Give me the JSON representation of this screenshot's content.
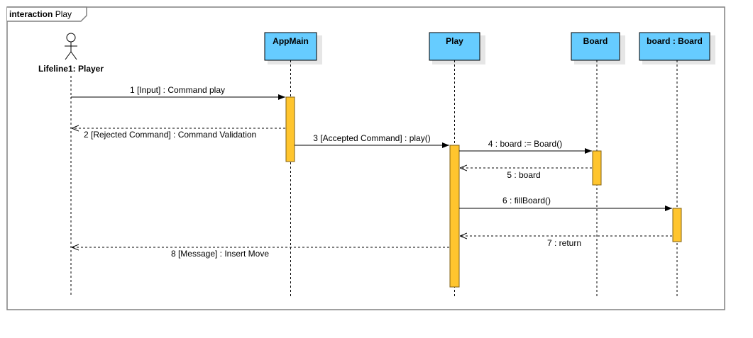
{
  "frame": {
    "keyword": "interaction",
    "name": "Play"
  },
  "actor": {
    "label": "Lifeline1: Player"
  },
  "lifelines": [
    {
      "id": "appmain",
      "label": "AppMain"
    },
    {
      "id": "play",
      "label": "Play"
    },
    {
      "id": "board_class",
      "label": "Board"
    },
    {
      "id": "board_obj",
      "label": "board : Board"
    }
  ],
  "messages": [
    {
      "id": "m1",
      "text": "1 [Input] : Command play",
      "kind": "sync"
    },
    {
      "id": "m2",
      "text": "2 [Rejected Command] : Command Validation",
      "kind": "return"
    },
    {
      "id": "m3",
      "text": "3 [Accepted Command] : play()",
      "kind": "sync"
    },
    {
      "id": "m4",
      "text": "4 : board := Board()",
      "kind": "sync"
    },
    {
      "id": "m5",
      "text": "5 : board",
      "kind": "return"
    },
    {
      "id": "m6",
      "text": "6 : fillBoard()",
      "kind": "sync"
    },
    {
      "id": "m7",
      "text": "7 : return",
      "kind": "return"
    },
    {
      "id": "m8",
      "text": "8 [Message] : Insert Move",
      "kind": "return"
    }
  ],
  "colors": {
    "lifeline_fill": "#66ccff",
    "activation_fill": "#ffc52e",
    "activation_stroke": "#806010",
    "frame_stroke": "#808080",
    "shadow": "#e6e6e6"
  }
}
